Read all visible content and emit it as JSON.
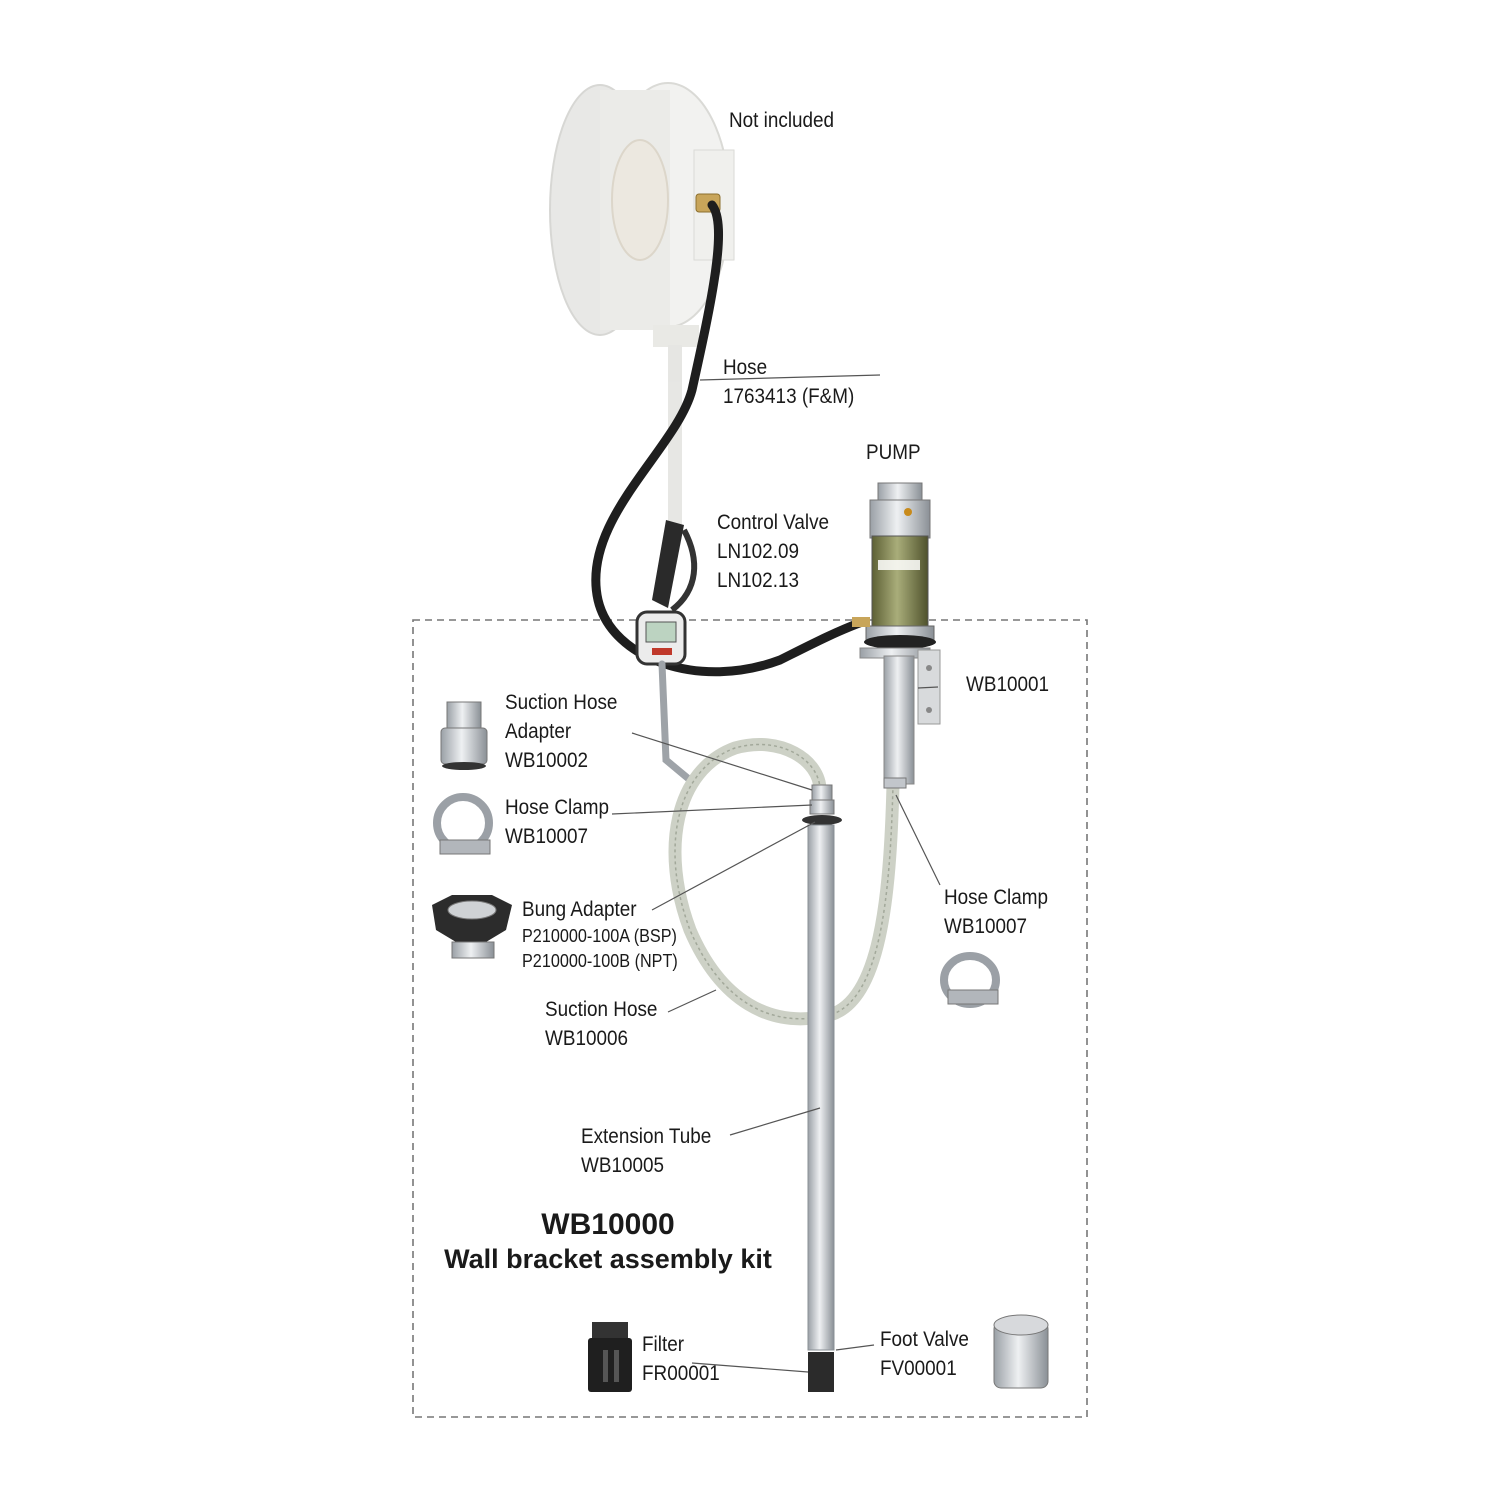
{
  "colors": {
    "hose_black": "#1e1e1e",
    "steel": "#c9ccd0",
    "pump_green": "#7f8354",
    "dashed_border": "#777777",
    "faded_reel": "#ececea"
  },
  "labels": {
    "not_included": "Not included",
    "hose": {
      "name": "Hose",
      "code": "1763413 (F&M)"
    },
    "pump": "PUMP",
    "control_valve": {
      "name": "Control Valve",
      "code1": "LN102.09",
      "code2": "LN102.13"
    },
    "wall_bracket": "WB10001",
    "suction_hose_adapter": {
      "line1": "Suction Hose",
      "line2": "Adapter",
      "code": "WB10002"
    },
    "hose_clamp_left": {
      "name": "Hose Clamp",
      "code": "WB10007"
    },
    "hose_clamp_right": {
      "name": "Hose Clamp",
      "code": "WB10007"
    },
    "bung_adapter": {
      "name": "Bung Adapter",
      "code1": "P210000-100A (BSP)",
      "code2": "P210000-100B (NPT)"
    },
    "suction_hose": {
      "name": "Suction Hose",
      "code": "WB10006"
    },
    "extension_tube": {
      "name": "Extension Tube",
      "code": "WB10005"
    },
    "filter": {
      "name": "Filter",
      "code": "FR00001"
    },
    "foot_valve": {
      "name": "Foot Valve",
      "code": "FV00001"
    }
  },
  "kit": {
    "code": "WB10000",
    "name": "Wall bracket assembly kit"
  }
}
